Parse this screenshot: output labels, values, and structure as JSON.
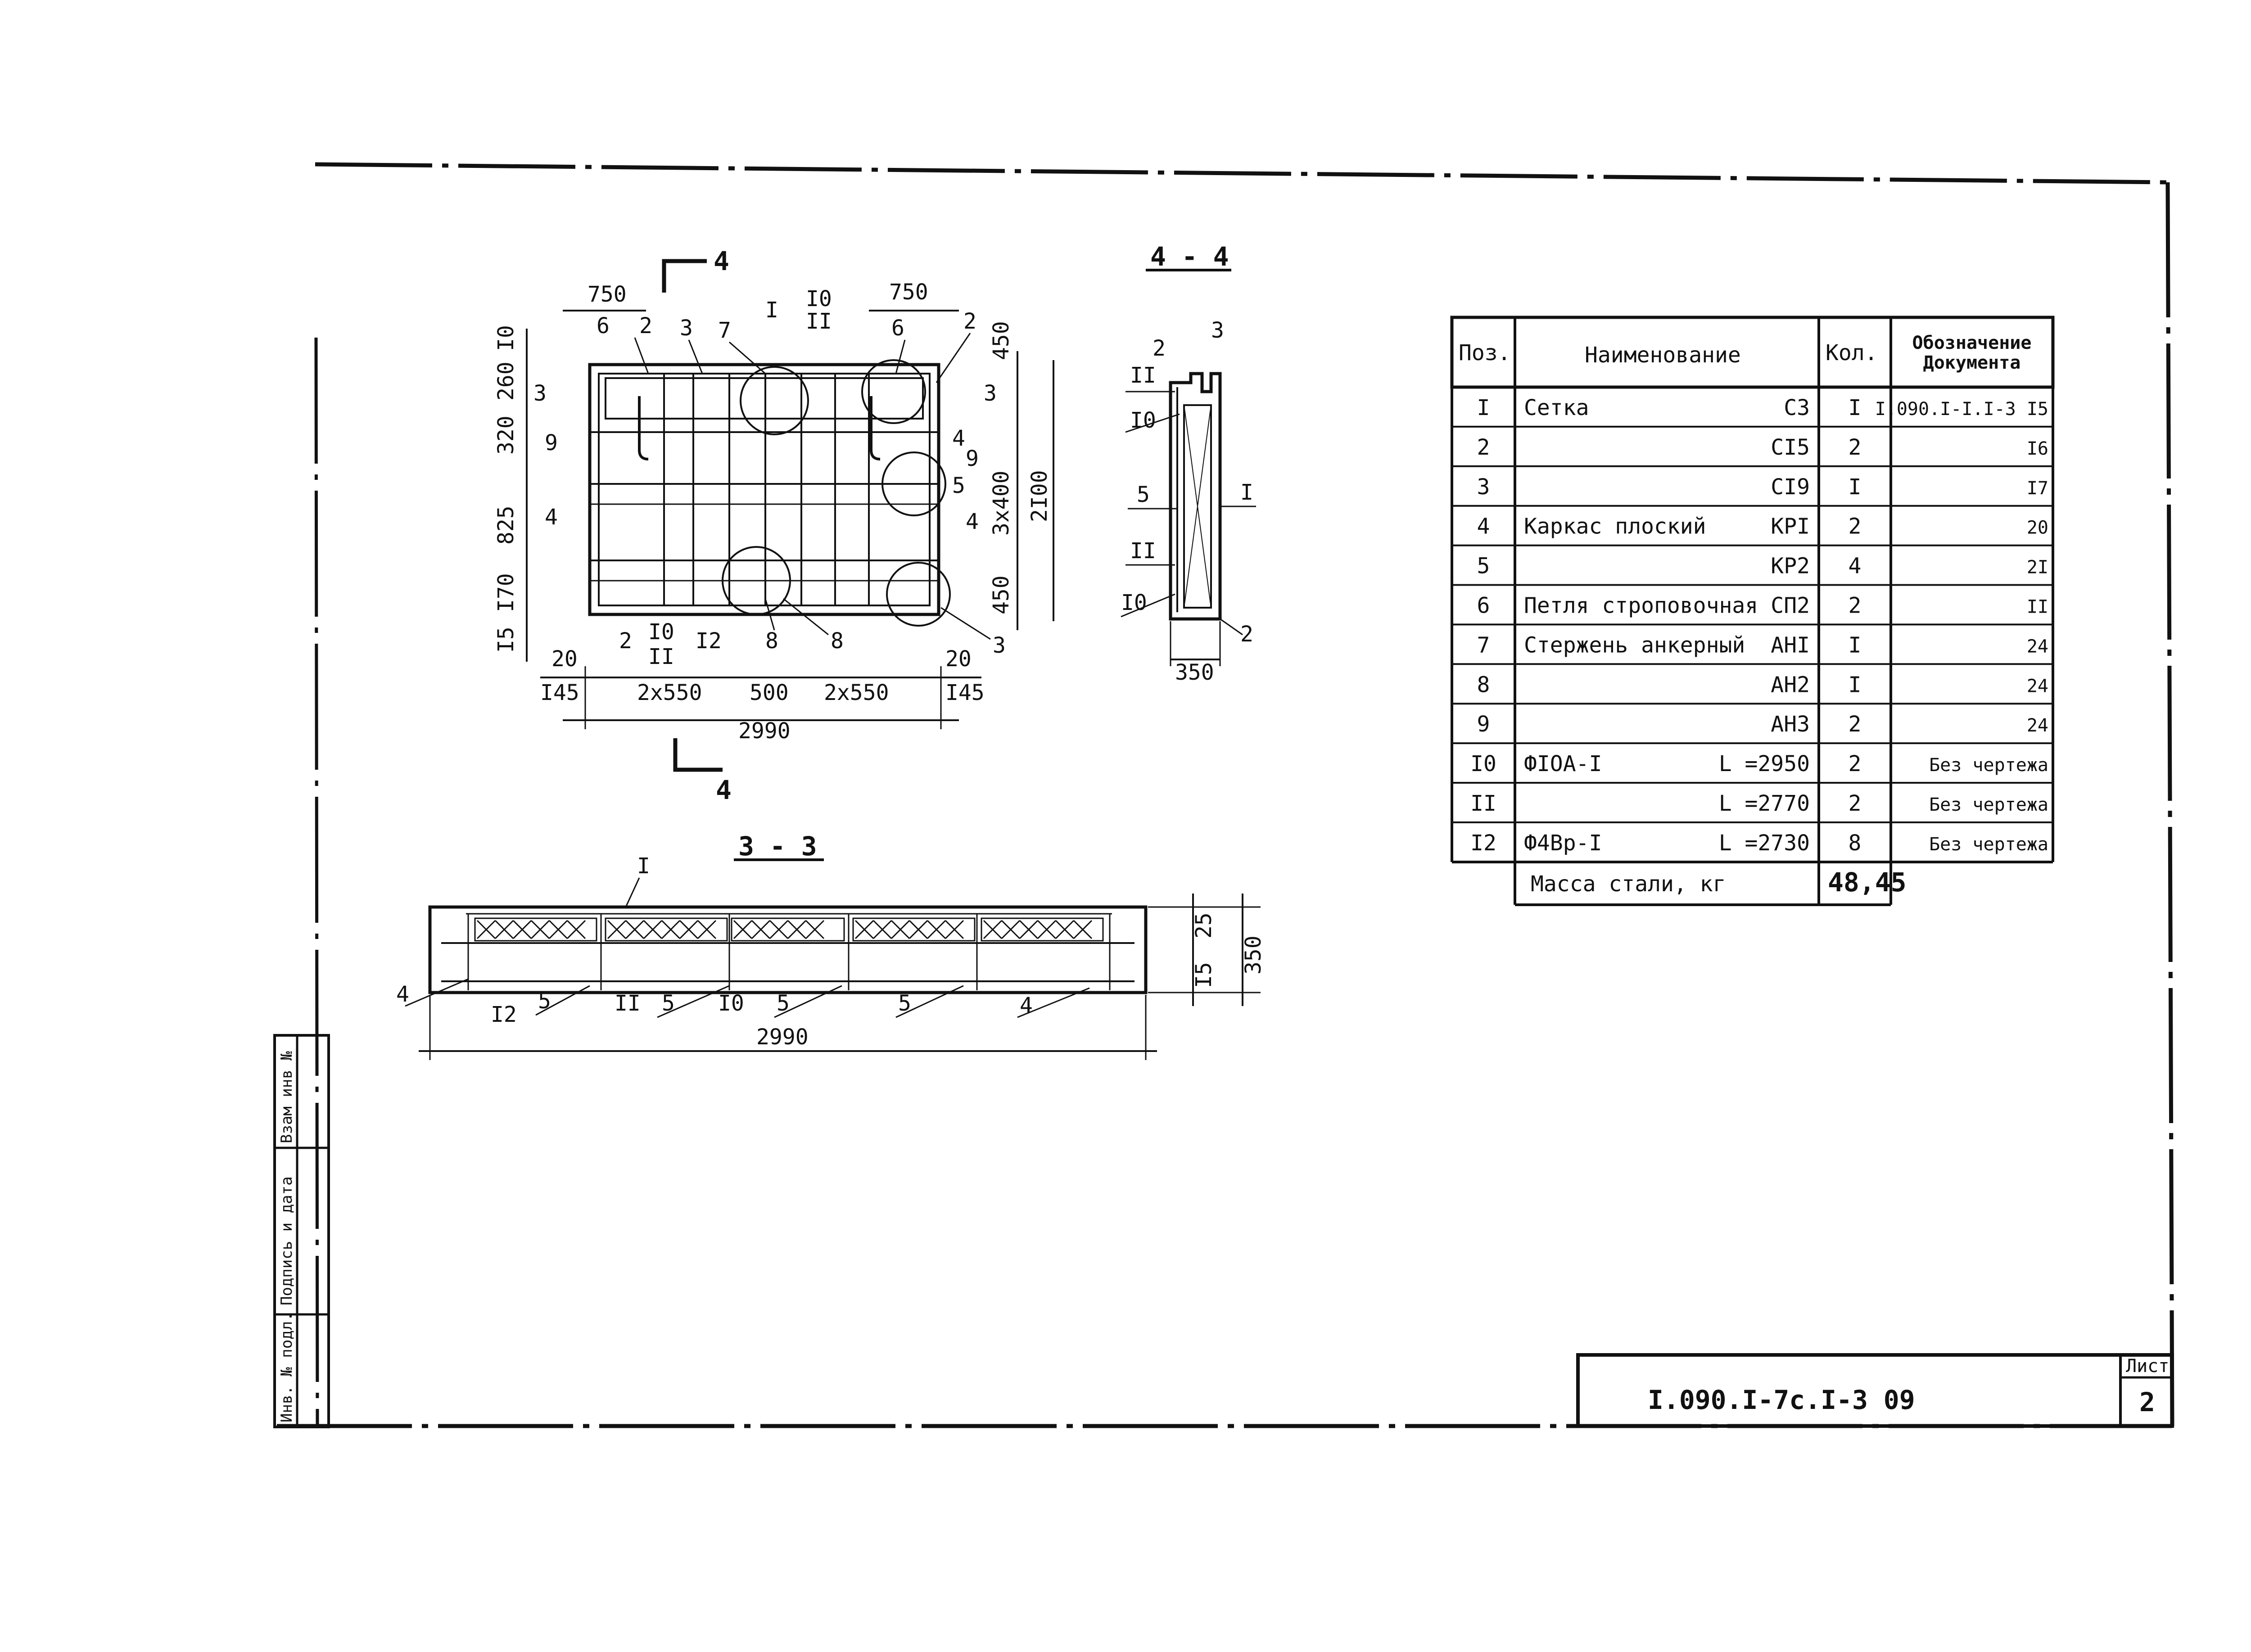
{
  "sheet": {
    "doc_code": "I.090.I-7c.I-3 09",
    "sheet_label": "Лист",
    "sheet_number": "2"
  },
  "side_stamp": {
    "inv_label": "Инв. № подл.",
    "sign_label": "Подпись и дата",
    "replace_label": "Взам инв №"
  },
  "plan": {
    "section_marks": [
      "4",
      "4"
    ],
    "top_dims": [
      "750",
      "750"
    ],
    "bottom_dims": [
      "I45",
      "2x550",
      "500",
      "2x550",
      "I45",
      "2990",
      "20",
      "20"
    ],
    "left_dims": [
      "I0",
      "260",
      "320",
      "825",
      "I70",
      "I5"
    ],
    "right_dims": [
      "450",
      "3x400",
      "450",
      "2I00"
    ],
    "top_labels": [
      "6",
      "2",
      "3",
      "7",
      "I",
      "I0",
      "II",
      "6",
      "2"
    ],
    "side_labels": [
      "3",
      "9",
      "4",
      "3",
      "4",
      "9",
      "5",
      "4"
    ],
    "bottom_labels": [
      "2",
      "I0",
      "II",
      "I2",
      "8",
      "8",
      "3"
    ]
  },
  "section44": {
    "title": "4 - 4",
    "labels": [
      "3",
      "2",
      "II",
      "I0",
      "5",
      "II",
      "I0",
      "I",
      "2"
    ],
    "dim": "350"
  },
  "section33": {
    "title": "3 - 3",
    "labels": [
      "I",
      "4",
      "I2",
      "5",
      "II",
      "5",
      "I0",
      "5",
      "5",
      "4"
    ],
    "dims": [
      "2990",
      "25",
      "I5",
      "350"
    ]
  },
  "spec_table": {
    "headers": {
      "pos": "Поз.",
      "name": "Наименование",
      "qty": "Кол.",
      "doc": "Обозначение Документа"
    },
    "rows": [
      {
        "pos": "I",
        "name": "Сетка",
        "mark": "С3",
        "qty": "I",
        "doc": "I.090.I-I.I-3 I5"
      },
      {
        "pos": "2",
        "name": "",
        "mark": "СI5",
        "qty": "2",
        "doc": "I6"
      },
      {
        "pos": "3",
        "name": "",
        "mark": "СI9",
        "qty": "I",
        "doc": "I7"
      },
      {
        "pos": "4",
        "name": "Каркас плоский",
        "mark": "КРI",
        "qty": "2",
        "doc": "20"
      },
      {
        "pos": "5",
        "name": "",
        "mark": "КР2",
        "qty": "4",
        "doc": "2I"
      },
      {
        "pos": "6",
        "name": "Петля строповочная",
        "mark": "СП2",
        "qty": "2",
        "doc": "II"
      },
      {
        "pos": "7",
        "name": "Стержень анкерный",
        "mark": "АНI",
        "qty": "I",
        "doc": "24"
      },
      {
        "pos": "8",
        "name": "",
        "mark": "АН2",
        "qty": "I",
        "doc": "24"
      },
      {
        "pos": "9",
        "name": "",
        "mark": "АН3",
        "qty": "2",
        "doc": "24"
      },
      {
        "pos": "I0",
        "name": "ФIОА-I",
        "mark": "L =2950",
        "qty": "2",
        "doc": "Без чертежа"
      },
      {
        "pos": "II",
        "name": "",
        "mark": "L =2770",
        "qty": "2",
        "doc": "Без чертежа"
      },
      {
        "pos": "I2",
        "name": "Ф4Вр-I",
        "mark": "L =2730",
        "qty": "8",
        "doc": "Без чертежа"
      }
    ],
    "mass_label": "Масса стали,  кг",
    "mass_value": "48,45"
  }
}
